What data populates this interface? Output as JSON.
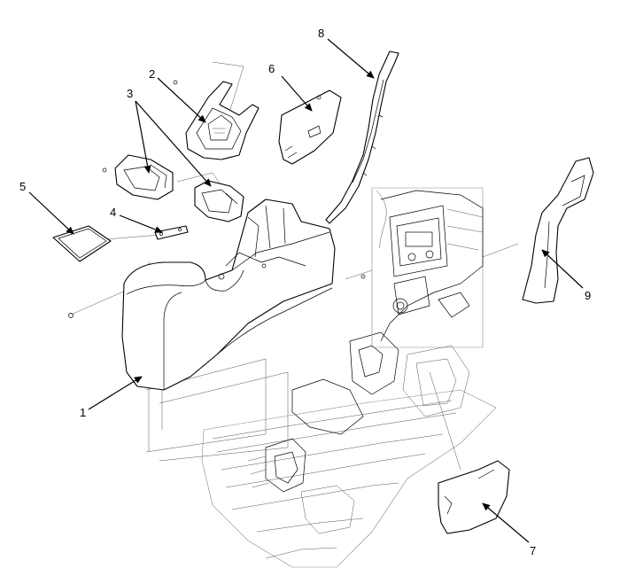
{
  "callouts": {
    "c1": "1",
    "c2": "2",
    "c3": "3",
    "c4": "4",
    "c5": "5",
    "c6": "6",
    "c7": "7",
    "c8": "8",
    "c9": "9"
  },
  "colors": {
    "line": "#000000",
    "ghost": "#888888",
    "background": "#ffffff"
  }
}
